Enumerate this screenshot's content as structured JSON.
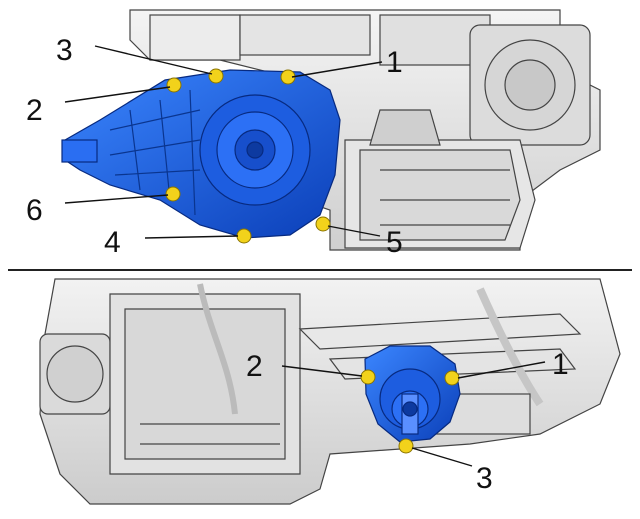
{
  "top_view": {
    "callouts": {
      "c1": "1",
      "c2": "2",
      "c3": "3",
      "c4": "4",
      "c5": "5",
      "c6": "6"
    }
  },
  "bottom_view": {
    "callouts": {
      "c1": "1",
      "c2": "2",
      "c3": "3"
    }
  },
  "colors": {
    "highlight_part": "#1e5fe0",
    "bolt": "#f2d21b",
    "line_art": "#333333",
    "engine_fill": "#e8e8e8"
  }
}
